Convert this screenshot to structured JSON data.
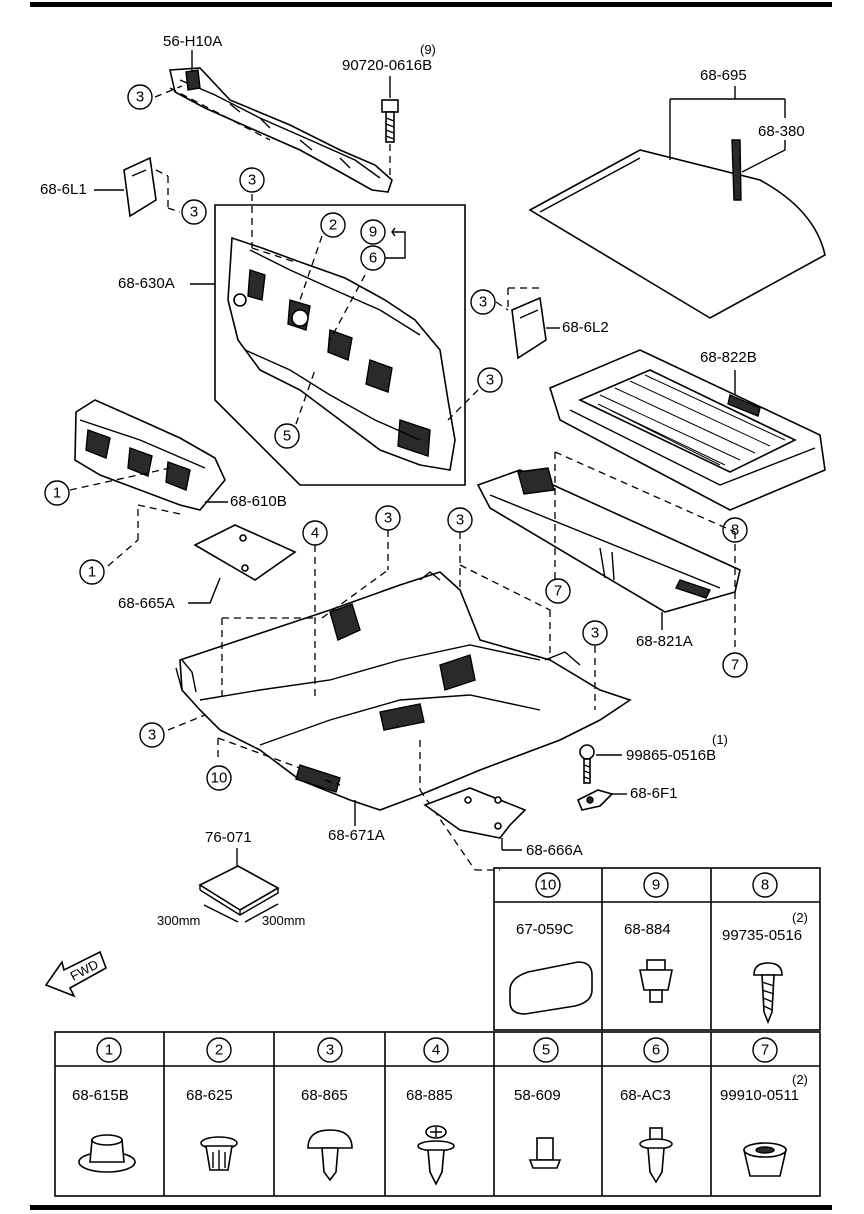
{
  "callouts": {
    "c_56h10a": "56-H10A",
    "c_90720": "90720-0616B",
    "c_90720_qty": "(9)",
    "c_68695": "68-695",
    "c_68380": "68-380",
    "c_686l1": "68-6L1",
    "c_68630a": "68-630A",
    "c_686l2": "68-6L2",
    "c_68822b": "68-822B",
    "c_68610b": "68-610B",
    "c_68665a": "68-665A",
    "c_68821a": "68-821A",
    "c_99865": "99865-0516B",
    "c_99865_qty": "(1)",
    "c_686f1": "68-6F1",
    "c_76071": "76-071",
    "c_68671a": "68-671A",
    "c_68666a": "68-666A",
    "c_dim1": "300mm",
    "c_dim2": "300mm",
    "fwd": "FWD"
  },
  "circles": {
    "n1": "1",
    "n2": "2",
    "n3": "3",
    "n4": "4",
    "n5": "5",
    "n6": "6",
    "n7": "7",
    "n8": "8",
    "n9": "9",
    "n10": "10"
  },
  "table_top": [
    {
      "num": "10",
      "part": "67-059C",
      "qty": ""
    },
    {
      "num": "9",
      "part": "68-884",
      "qty": ""
    },
    {
      "num": "8",
      "part": "99735-0516",
      "qty": "(2)"
    }
  ],
  "table_bottom": [
    {
      "num": "1",
      "part": "68-615B",
      "qty": ""
    },
    {
      "num": "2",
      "part": "68-625",
      "qty": ""
    },
    {
      "num": "3",
      "part": "68-865",
      "qty": ""
    },
    {
      "num": "4",
      "part": "68-885",
      "qty": ""
    },
    {
      "num": "5",
      "part": "58-609",
      "qty": ""
    },
    {
      "num": "6",
      "part": "68-AC3",
      "qty": ""
    },
    {
      "num": "7",
      "part": "99910-0511",
      "qty": "(2)"
    }
  ]
}
